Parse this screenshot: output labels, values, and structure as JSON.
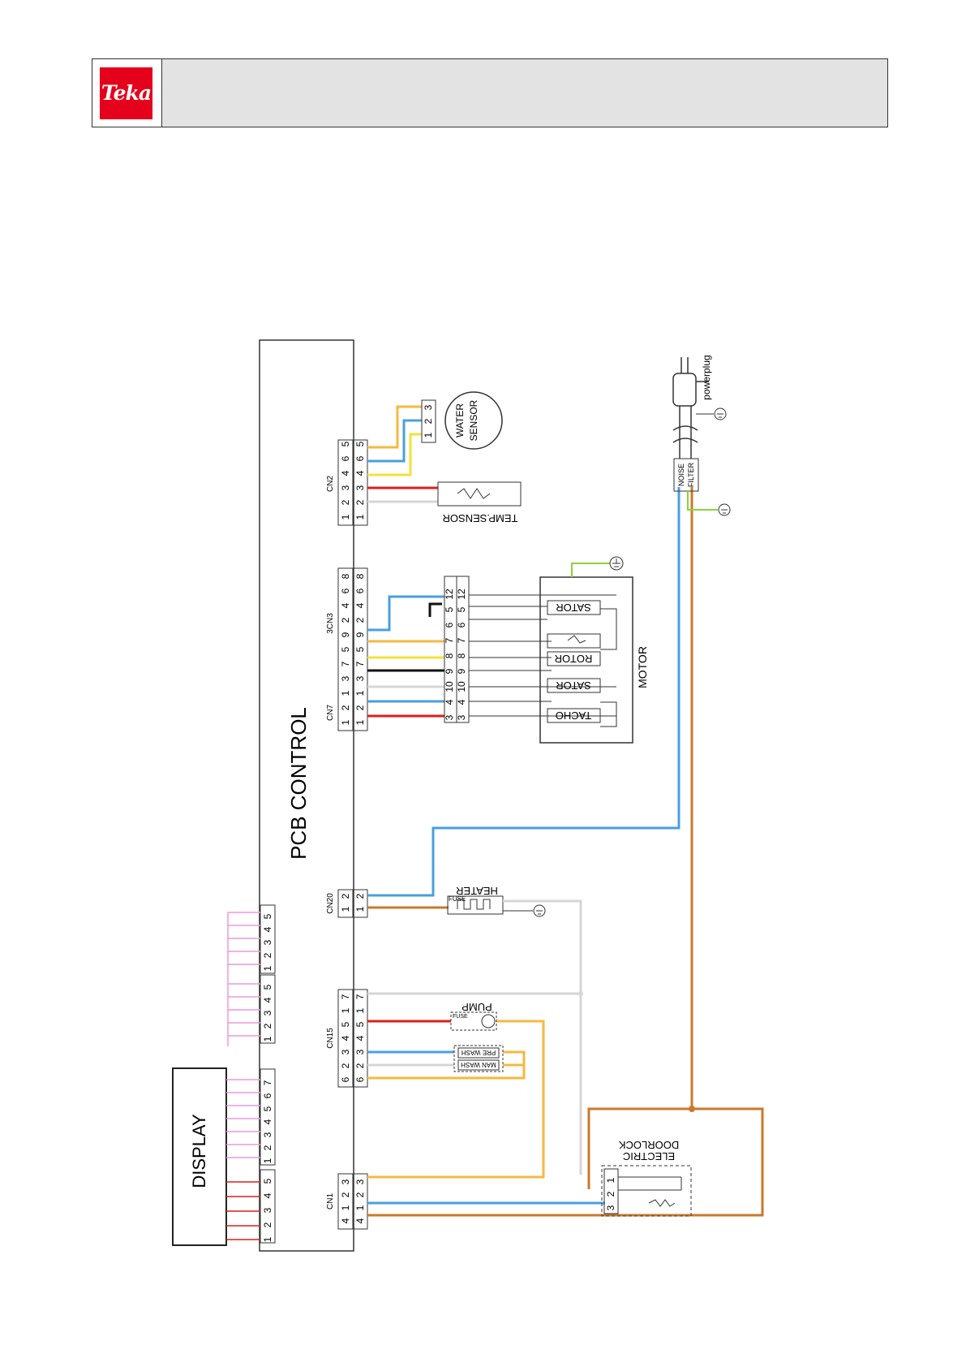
{
  "brand": {
    "logo_text": "Teka",
    "color": "#e5001c"
  },
  "labels": {
    "pcb": "PCB CONTROL",
    "display": "DISPLAY",
    "motor": "MOTOR",
    "heater": "HEATER",
    "pump": "PUMP",
    "water_sensor_1": "WATER",
    "water_sensor_2": "SENSOR",
    "temp_sensor": "TEMP.SENSOR",
    "doorlock_1": "ELECTRIC",
    "doorlock_2": "DOORLOCK",
    "noise_1": "NOISE",
    "noise_2": "FILTER",
    "powerplug": "powerplug",
    "pre_wash": "PRE WASH",
    "main_wash": "MAN WASH",
    "fuse": "FUSE",
    "sator_top": "SATOR",
    "rotor": "ROTOR",
    "sator_bottom": "SATOR",
    "tacho": "TACHO"
  },
  "connectors": {
    "cn2": {
      "name": "CN2",
      "pins": [
        "1",
        "2",
        "3",
        "4",
        "6",
        "5"
      ]
    },
    "cn3": {
      "name": "3CN3"
    },
    "cn7": {
      "name": "CN7"
    },
    "cn3cn7_pins": [
      "1",
      "2",
      "1",
      "3",
      "7",
      "5",
      "9",
      "2",
      "4",
      "6",
      "8"
    ],
    "cn20": {
      "name": "CN20",
      "pins": [
        "1",
        "2"
      ]
    },
    "cn15": {
      "name": "CN15",
      "pins": [
        "6",
        "2",
        "3",
        "4",
        "5",
        "1",
        "7"
      ]
    },
    "cn1": {
      "name": "CN1",
      "pins": [
        "4",
        "1",
        "2",
        "3"
      ]
    },
    "motor_pins": [
      "3",
      "4",
      "10",
      "9",
      "8",
      "7",
      "6",
      "5",
      "12"
    ],
    "water_pins": [
      "1",
      "2",
      "3"
    ],
    "display_pins_a": [
      "1",
      "2",
      "3",
      "4",
      "5"
    ],
    "display_pins_b": [
      "1",
      "2",
      "3",
      "4",
      "5",
      "6",
      "7"
    ],
    "display_pins_c": [
      "1",
      "2",
      "3",
      "4",
      "5"
    ],
    "display_pins_d": [
      "1",
      "2",
      "3",
      "4",
      "5"
    ],
    "doorlock_pins": [
      "3",
      "2",
      "1"
    ]
  },
  "wire_colors": {
    "blue": "#4a9fe0",
    "brown": "#c97a2a",
    "orange": "#f5b942",
    "yellow": "#f2e23a",
    "red": "#d9211d",
    "black": "#111111",
    "white": "#d6d6d6",
    "green": "#8ad43a",
    "pink": "#ee99dd"
  }
}
